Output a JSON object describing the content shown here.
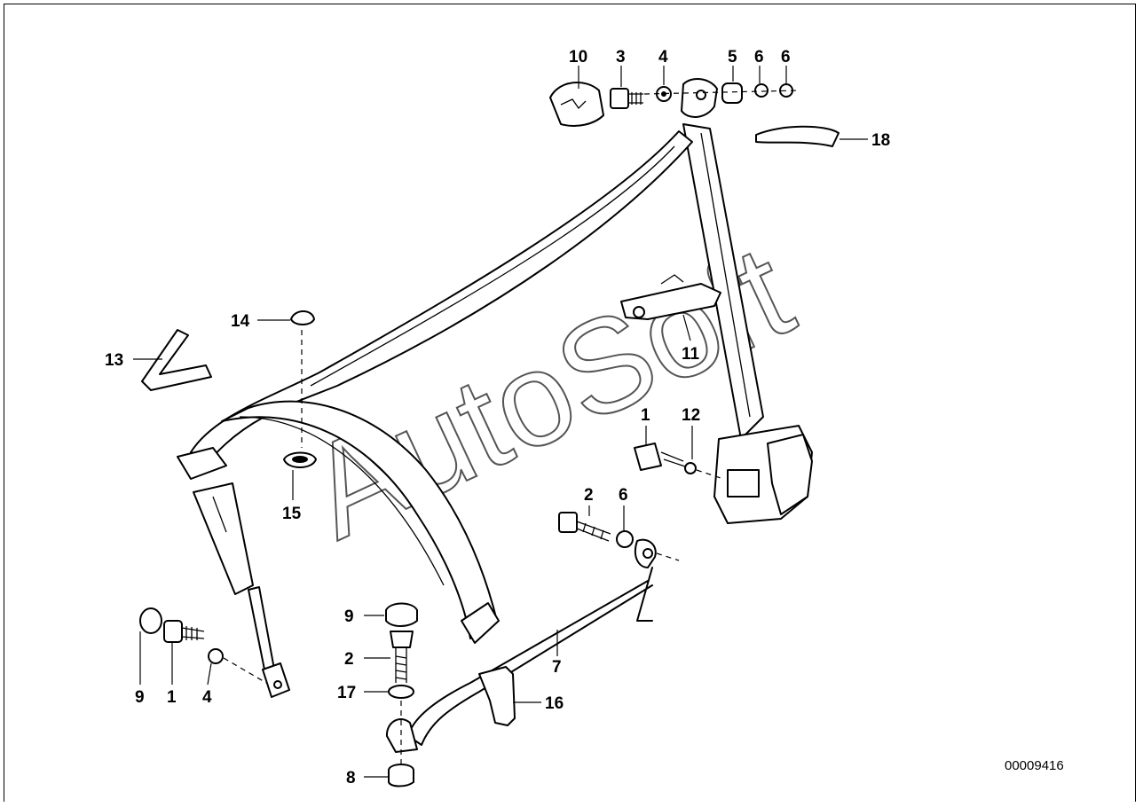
{
  "diagram": {
    "reference_number": "00009416",
    "watermark": "AutoSoft",
    "callouts": [
      {
        "id": "c10",
        "label": "10"
      },
      {
        "id": "c3t",
        "label": "3"
      },
      {
        "id": "c4t",
        "label": "4"
      },
      {
        "id": "c5t",
        "label": "5"
      },
      {
        "id": "c6a",
        "label": "6"
      },
      {
        "id": "c6b",
        "label": "6"
      },
      {
        "id": "c18",
        "label": "18"
      },
      {
        "id": "c14",
        "label": "14"
      },
      {
        "id": "c13",
        "label": "13"
      },
      {
        "id": "c11",
        "label": "11"
      },
      {
        "id": "c1m",
        "label": "1"
      },
      {
        "id": "c12",
        "label": "12"
      },
      {
        "id": "c15",
        "label": "15"
      },
      {
        "id": "c2m",
        "label": "2"
      },
      {
        "id": "c6m",
        "label": "6"
      },
      {
        "id": "c9m",
        "label": "9"
      },
      {
        "id": "c2b",
        "label": "2"
      },
      {
        "id": "c7",
        "label": "7"
      },
      {
        "id": "c17",
        "label": "17"
      },
      {
        "id": "c16",
        "label": "16"
      },
      {
        "id": "c9l",
        "label": "9"
      },
      {
        "id": "c1l",
        "label": "1"
      },
      {
        "id": "c4l",
        "label": "4"
      },
      {
        "id": "c8",
        "label": "8"
      }
    ]
  }
}
